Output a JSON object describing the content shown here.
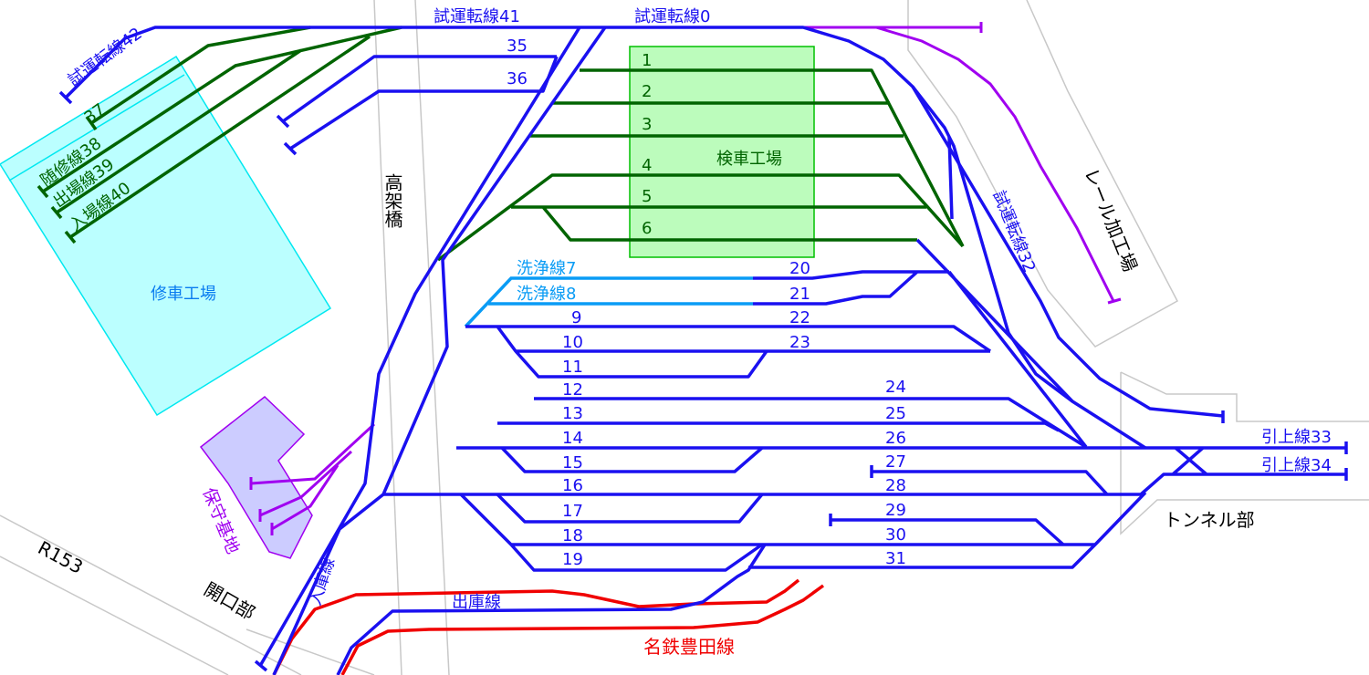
{
  "colors": {
    "main": "#1a10f0",
    "inspection": "#006400",
    "wash": "#0a9cf5",
    "maintenance": "#a000f0",
    "meitetsu": "#f00000"
  },
  "areas": {
    "repair_shop": "修車工場",
    "inspection_shop": "検車工場",
    "rail_shop": "レール加工場",
    "maintenance_base": "保守基地",
    "viaduct": "高架橋",
    "tunnel": "トンネル部",
    "opening": "開口部",
    "road": "R153",
    "meitetsu_line": "名鉄豊田線"
  },
  "lines": {
    "test42": "試運転線42",
    "test41": "試運転線41",
    "test0": "試運転線0",
    "test32": "試運転線32",
    "l37": "37",
    "l38": "随修線38",
    "l39": "出場線39",
    "l40": "入場線40",
    "l35": "35",
    "l36": "36",
    "t1": "1",
    "t2": "2",
    "t3": "3",
    "t4": "4",
    "t5": "5",
    "t6": "6",
    "w7": "洗浄線7",
    "w8": "洗浄線8",
    "t9": "9",
    "t10": "10",
    "t11": "11",
    "t12": "12",
    "t13": "13",
    "t14": "14",
    "t15": "15",
    "t16": "16",
    "t17": "17",
    "t18": "18",
    "t19": "19",
    "t20": "20",
    "t21": "21",
    "t22": "22",
    "t23": "23",
    "t24": "24",
    "t25": "25",
    "t26": "26",
    "t27": "27",
    "t28": "28",
    "t29": "29",
    "t30": "30",
    "t31": "31",
    "pull33": "引上線33",
    "pull34": "引上線34",
    "entry": "入庫線",
    "exit": "出庫線"
  }
}
